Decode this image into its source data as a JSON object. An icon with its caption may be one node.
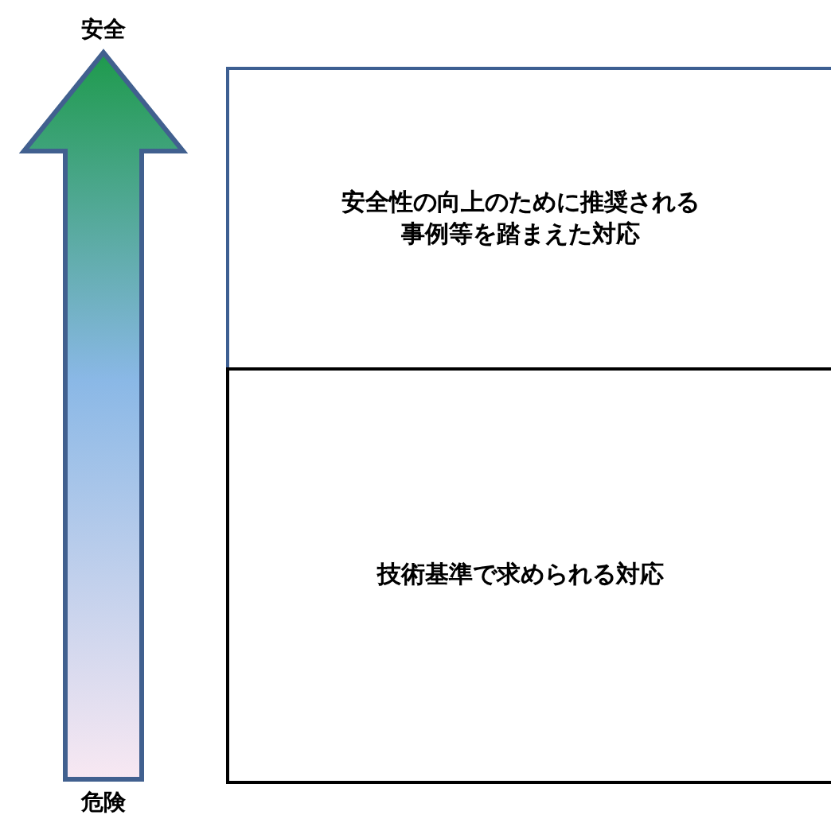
{
  "diagram": {
    "nodes": [
      {
        "text": [
          "安全性の向上のために推奨される事例等を踏まえた対応"
        ]
      },
      {
        "text": [
          "技術基準で求められる対応"
        ]
      }
    ],
    "labels": [
      "安全",
      "危険"
    ]
  }
}
